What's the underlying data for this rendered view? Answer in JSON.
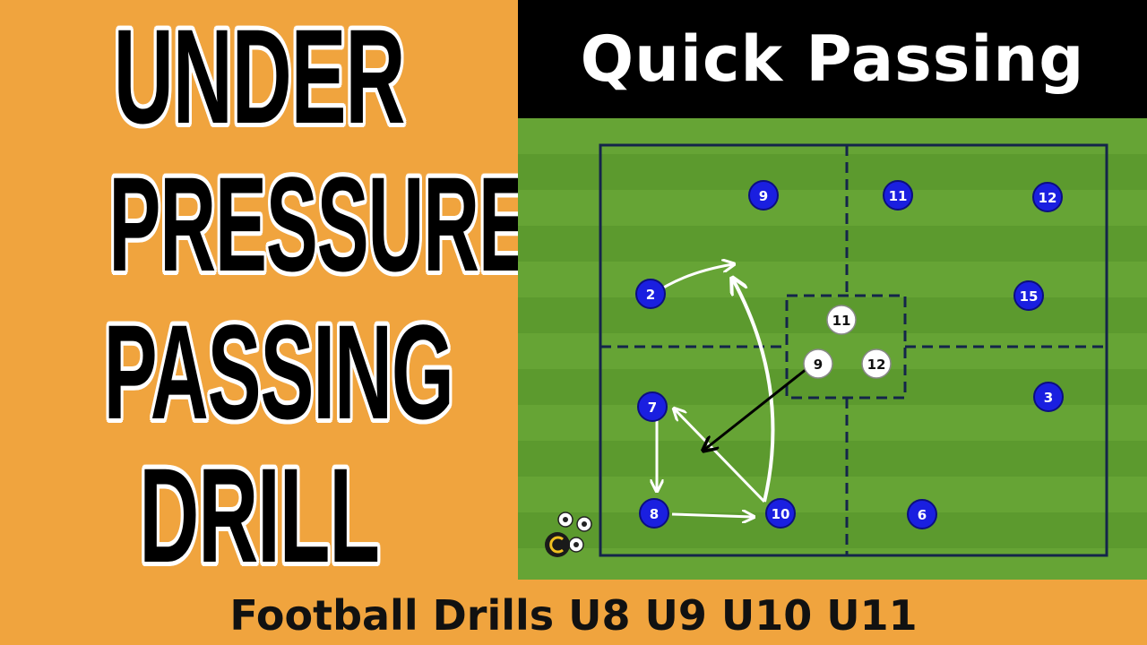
{
  "title_lines": [
    "UNDER",
    "PRESSURE",
    "PASSING",
    "DRILL"
  ],
  "header": "Quick Passing",
  "subtitle": "Football Drills U8 U9 U10 U11",
  "colors": {
    "background_orange": "#F0A43E",
    "header_black": "#000000",
    "grass_light": "#5E9B2E",
    "grass_dark": "#4F8A24",
    "line_navy": "#102040",
    "blue_player": "#1A1FE0",
    "white_player": "#FFFFFF",
    "arrow_white": "#FFFFFF",
    "arrow_black": "#000000"
  },
  "blue_players": [
    "9",
    "11",
    "12",
    "2",
    "15",
    "7",
    "3",
    "8",
    "10",
    "6"
  ],
  "white_players": [
    "11",
    "9",
    "12"
  ],
  "icons": [
    "football-cluster-icon",
    "coach-logo-icon"
  ]
}
